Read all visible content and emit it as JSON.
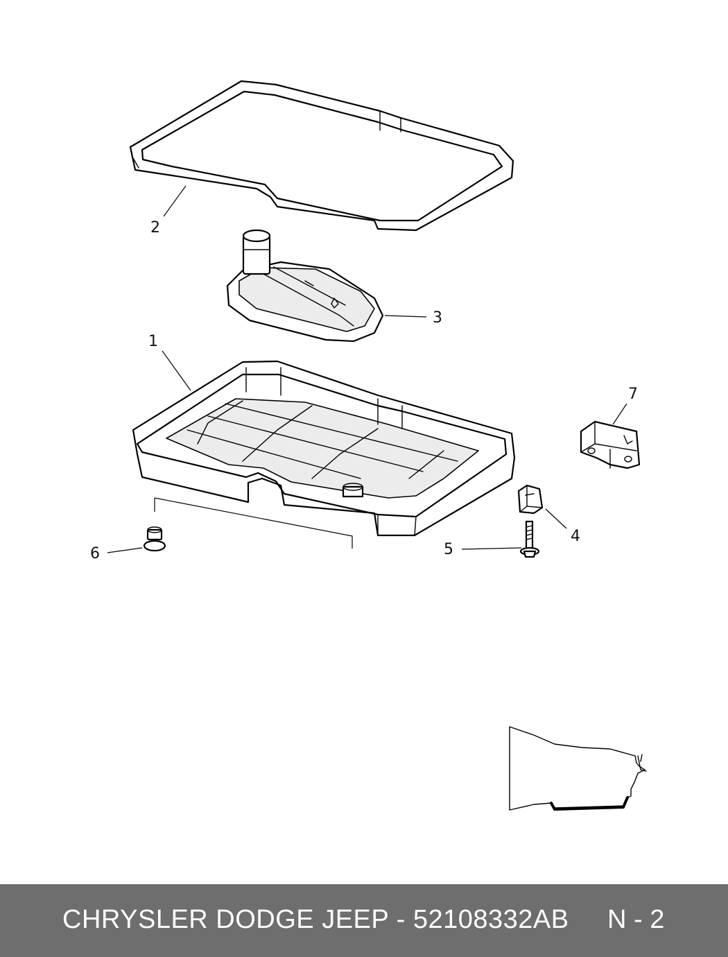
{
  "callouts": {
    "c1": "1",
    "c2": "2",
    "c3": "3",
    "c4": "4",
    "c5": "5",
    "c6": "6",
    "c7": "7"
  },
  "footer": {
    "title": "CHRYSLER DODGE JEEP - 52108332AB",
    "page": "N - 2"
  },
  "colors": {
    "footer_bg": "#6e6e6e",
    "footer_text": "#ffffff",
    "line": "#000000"
  }
}
